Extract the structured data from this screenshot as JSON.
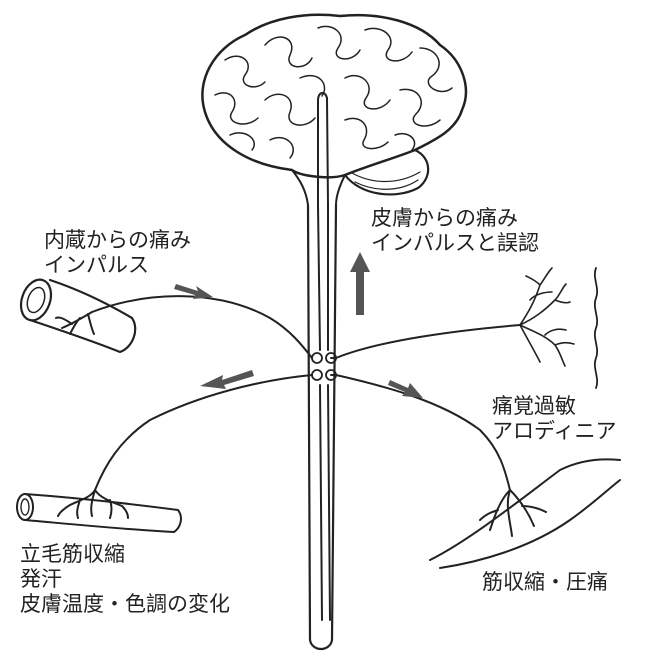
{
  "labels": {
    "visceral_pain": [
      "内蔵からの痛み",
      "インパルス"
    ],
    "skin_pain": [
      "皮膚からの痛み",
      "インパルスと誤認"
    ],
    "hyperalgesia": [
      "痛覚過敏",
      "アロディニア"
    ],
    "autonomic": [
      "立毛筋収縮",
      "発汗",
      "皮膚温度・色調の変化"
    ],
    "muscle": [
      "筋収縮・圧痛"
    ]
  },
  "colors": {
    "ink": "#222222",
    "arrow_gray": "#555555",
    "background": "#ffffff"
  }
}
